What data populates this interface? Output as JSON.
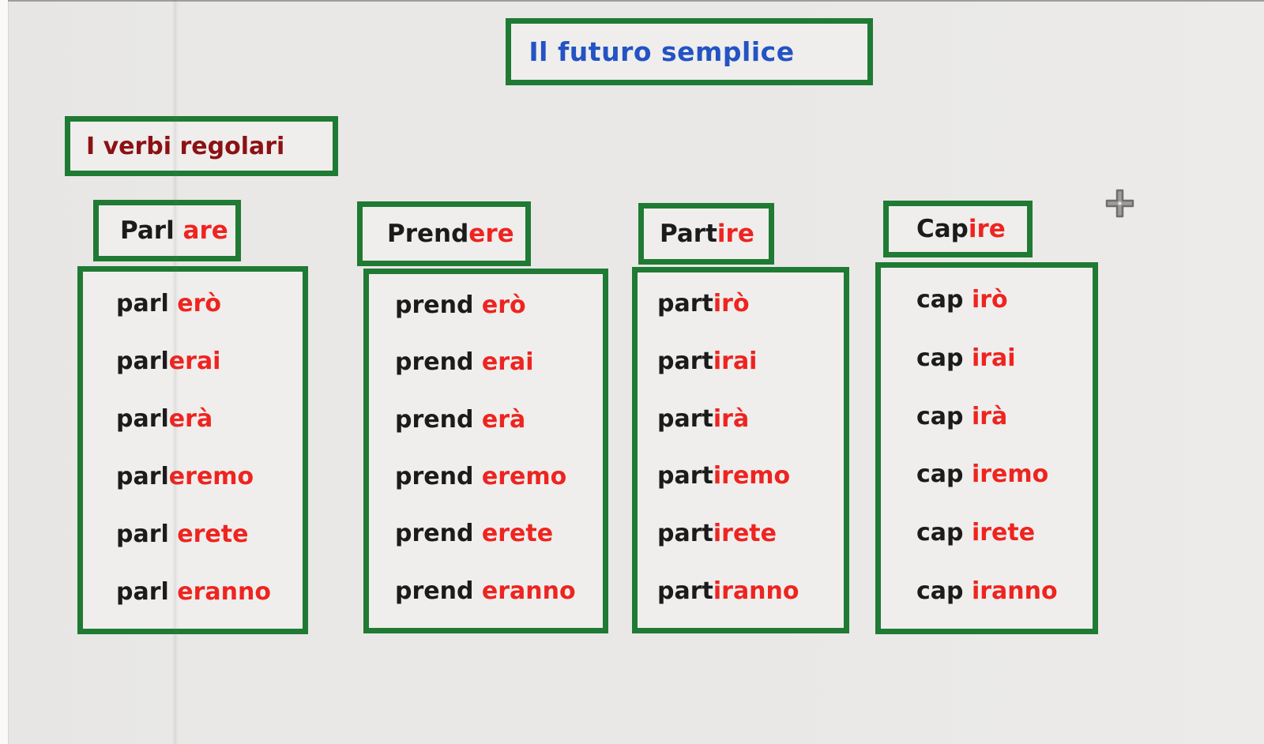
{
  "title": {
    "text": "Il futuro semplice"
  },
  "subtitle": {
    "text": "I verbi regolari"
  },
  "colors": {
    "box_border_green": "#1f7a34",
    "ending_red": "#ee2420",
    "stem_black": "#1b1b1b",
    "title_blue": "#2353c4",
    "subtitle_dark_red": "#8c1114",
    "background": "#e9e8e6"
  },
  "columns": [
    {
      "verb": "parlare",
      "header": {
        "stem": "Parl",
        "ending": " are"
      },
      "rows": [
        {
          "stem": "parl",
          "ending": " erò"
        },
        {
          "stem": "parl",
          "ending": "erai"
        },
        {
          "stem": "parl",
          "ending": "erà"
        },
        {
          "stem": "parl",
          "ending": "eremo"
        },
        {
          "stem": "parl",
          "ending": " erete"
        },
        {
          "stem": "parl",
          "ending": " eranno"
        }
      ]
    },
    {
      "verb": "prendere",
      "header": {
        "stem": "Prend",
        "ending": "ere"
      },
      "rows": [
        {
          "stem": "prend",
          "ending": " erò"
        },
        {
          "stem": "prend",
          "ending": " erai"
        },
        {
          "stem": "prend",
          "ending": " erà"
        },
        {
          "stem": "prend",
          "ending": " eremo"
        },
        {
          "stem": "prend",
          "ending": " erete"
        },
        {
          "stem": "prend",
          "ending": " eranno"
        }
      ]
    },
    {
      "verb": "partire",
      "header": {
        "stem": "Part",
        "ending": "ire"
      },
      "rows": [
        {
          "stem": "part",
          "ending": "irò"
        },
        {
          "stem": "part",
          "ending": "irai"
        },
        {
          "stem": "part",
          "ending": "irà"
        },
        {
          "stem": "part",
          "ending": "iremo"
        },
        {
          "stem": "part",
          "ending": "irete"
        },
        {
          "stem": "part",
          "ending": "iranno"
        }
      ]
    },
    {
      "verb": "capire",
      "header": {
        "stem": "Cap",
        "ending": "ire"
      },
      "rows": [
        {
          "stem": "cap",
          "ending": " irò"
        },
        {
          "stem": "cap",
          "ending": " irai"
        },
        {
          "stem": "cap",
          "ending": " irà"
        },
        {
          "stem": "cap",
          "ending": " iremo"
        },
        {
          "stem": "cap",
          "ending": " irete"
        },
        {
          "stem": "cap",
          "ending": " iranno"
        }
      ]
    }
  ],
  "cursor": {
    "type": "crosshair"
  }
}
